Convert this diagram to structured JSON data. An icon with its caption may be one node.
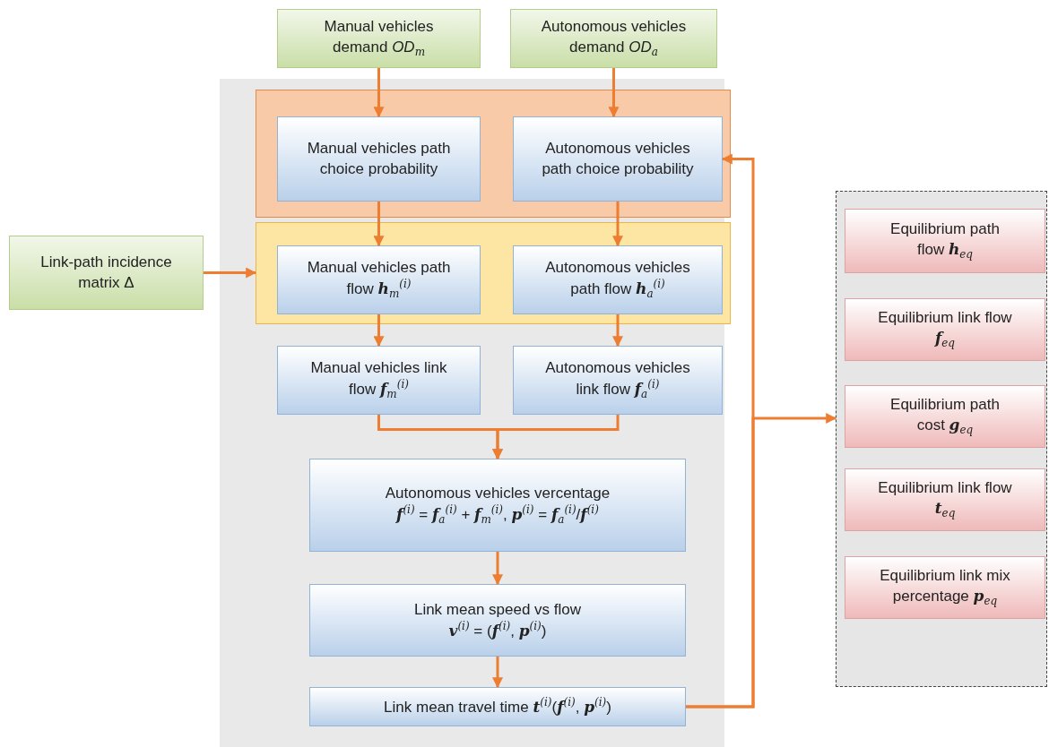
{
  "diagram": {
    "nodes": [
      {
        "text": [
          "Manual vehicles demand *OD*$_{m}$"
        ]
      },
      {
        "text": [
          "Autonomous vehicles demand *OD*$_{a}$"
        ]
      },
      {
        "text": [],
        "shape": "box"
      },
      {
        "text": [
          "Manual vehicles path choice probability"
        ],
        "in": 2
      },
      {
        "text": [
          "Autonomous vehicles path choice probability"
        ],
        "in": 2
      },
      {
        "text": [
          "Link-path incidence matrix Δ"
        ]
      },
      {
        "text": [],
        "shape": "box"
      },
      {
        "text": [
          "Manual vehicles path flow **h**$_{m}$$^{(i)}$"
        ],
        "in": 6
      },
      {
        "text": [
          "Autonomous vehicles path flow **h**$_{a}$$^{(i)}$"
        ],
        "in": 6
      },
      {
        "text": [
          "Manual vehicles link flow **f**$_{m}$$^{(i)}$"
        ]
      },
      {
        "text": [
          "Autonomous vehicles link flow **f**$_{a}$$^{(i)}$"
        ]
      },
      {
        "text": [
          "Autonomous vehicles vercentage",
          "**f**$^{(i)}$ = **f**$_{a}$$^{(i)}$ + **f**$_{m}$$^{(i)}$, **p**$^{(i)}$ = **f**$_{a}$$^{(i)}$/**f**$^{(i)}$"
        ]
      },
      {
        "text": [
          "Link mean speed vs flow",
          "**v**$^{(i)}$ = (**f**$^{(i)}$, **p**$^{(i)}$)"
        ]
      },
      {
        "text": [
          "Link mean travel time **t**$^{(i)}$(**f**$^{(i)}$, **p**$^{(i)}$)"
        ]
      },
      {
        "text": [],
        "shape": "box"
      },
      {
        "text": [
          "Equilibrium path flow **h**$_{eq}$"
        ],
        "in": 14
      },
      {
        "text": [
          "Equilibrium link flow **f**$_{eq}$"
        ],
        "in": 14
      },
      {
        "text": [
          "Equilibrium path cost **g**$_{eq}$"
        ],
        "in": 14
      },
      {
        "text": [
          "Equilibrium link flow **t**$_{eq}$"
        ],
        "in": 14
      },
      {
        "text": [
          "Equilibrium link mix percentage **p**$_{eq}$"
        ],
        "in": 14
      }
    ],
    "edges": [
      {
        "from": 0,
        "to": 3,
        "arrow": "to"
      },
      {
        "from": 1,
        "to": 4,
        "arrow": "to"
      },
      {
        "from": 3,
        "to": 7,
        "arrow": "to"
      },
      {
        "from": 4,
        "to": 8,
        "arrow": "to"
      },
      {
        "from": 5,
        "to": 6,
        "arrow": "to"
      },
      {
        "from": 7,
        "to": 9,
        "arrow": "to"
      },
      {
        "from": 8,
        "to": 10,
        "arrow": "to"
      },
      {
        "from": 9,
        "to": 11,
        "arrow": "to"
      },
      {
        "from": 10,
        "to": 11,
        "arrow": "to"
      },
      {
        "from": 11,
        "to": 12,
        "arrow": "to"
      },
      {
        "from": 12,
        "to": 13,
        "arrow": "to"
      },
      {
        "from": 13,
        "to": 4,
        "arrow": "to"
      },
      {
        "from": 13,
        "to": 14,
        "arrow": "to"
      }
    ]
  }
}
